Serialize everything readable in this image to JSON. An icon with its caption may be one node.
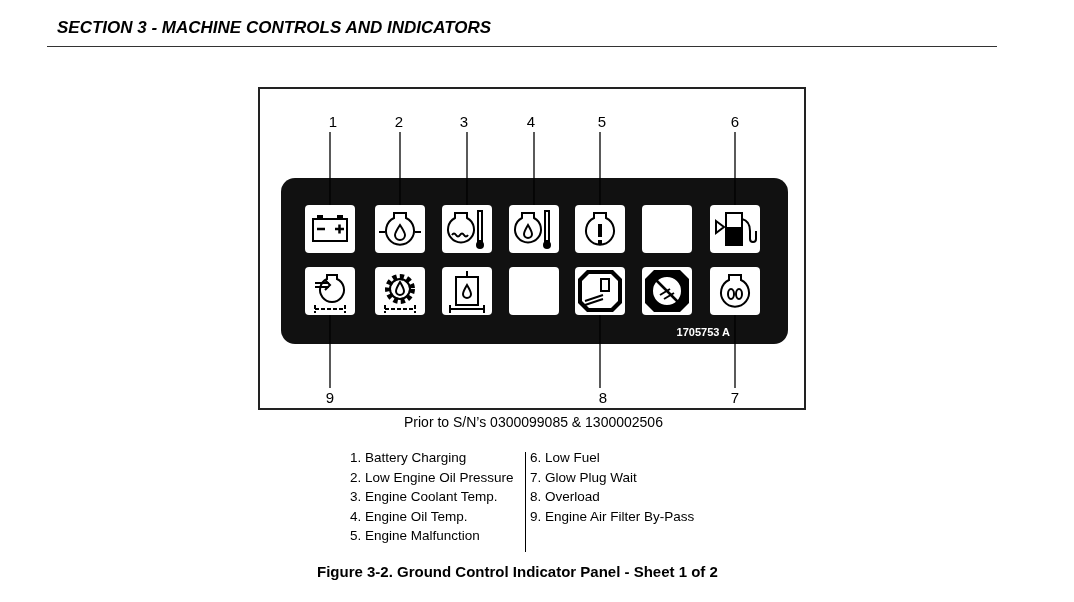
{
  "diagram": {
    "title": "SECTION 3 - MACHINE CONTROLS AND INDICATORS",
    "caption": "Figure 3-2. Ground Control Indicator Panel - Sheet 1 of 2",
    "nodes": [
      {
        "text": [],
        "shape": "box"
      },
      {
        "text": [
          "1705753 A"
        ],
        "in": 0
      },
      {
        "text": [],
        "shape": "picture",
        "in": 1
      },
      {
        "text": [],
        "shape": "picture",
        "in": 1
      },
      {
        "text": [],
        "shape": "picture",
        "in": 1
      },
      {
        "text": [],
        "shape": "picture",
        "in": 1
      },
      {
        "text": [],
        "shape": "picture",
        "in": 1
      },
      {
        "text": [],
        "shape": "box",
        "in": 1
      },
      {
        "text": [],
        "shape": "picture",
        "in": 1
      },
      {
        "text": [],
        "shape": "picture",
        "in": 1
      },
      {
        "text": [],
        "shape": "picture",
        "in": 1
      },
      {
        "text": [],
        "shape": "picture",
        "in": 1
      },
      {
        "text": [],
        "shape": "box",
        "in": 1
      },
      {
        "text": [],
        "shape": "picture",
        "in": 1
      },
      {
        "text": [],
        "shape": "picture",
        "in": 1
      },
      {
        "text": [],
        "shape": "picture",
        "in": 1
      },
      {
        "text": [
          "1"
        ],
        "in": 0
      },
      {
        "text": [
          "2"
        ],
        "in": 0
      },
      {
        "text": [
          "3"
        ],
        "in": 0
      },
      {
        "text": [
          "4"
        ],
        "in": 0
      },
      {
        "text": [
          "5"
        ],
        "in": 0
      },
      {
        "text": [
          "6"
        ],
        "in": 0
      },
      {
        "text": [
          "9"
        ],
        "in": 0
      },
      {
        "text": [
          "8"
        ],
        "in": 0
      },
      {
        "text": [
          "7"
        ],
        "in": 0
      }
    ],
    "edges": [
      {
        "from": 16,
        "to": 2,
        "arrow": "none"
      },
      {
        "from": 17,
        "to": 3,
        "arrow": "none"
      },
      {
        "from": 18,
        "to": 4,
        "arrow": "none"
      },
      {
        "from": 19,
        "to": 5,
        "arrow": "none"
      },
      {
        "from": 20,
        "to": 6,
        "arrow": "none"
      },
      {
        "from": 21,
        "to": 8,
        "arrow": "none"
      },
      {
        "from": 22,
        "to": 9,
        "arrow": "none"
      },
      {
        "from": 23,
        "to": 13,
        "arrow": "none"
      },
      {
        "from": 24,
        "to": 15,
        "arrow": "none"
      }
    ],
    "labels": [
      "Prior to S/N’s 0300099085 & 1300002506",
      "1. Battery Charging",
      "6. Low Fuel",
      "2. Low Engine Oil Pressure",
      "7. Glow Plug Wait",
      "3. Engine Coolant Temp.",
      "8. Overload",
      "4. Engine Oil Temp.",
      "9. Engine Air Filter By-Pass",
      "5. Engine Malfunction"
    ]
  }
}
